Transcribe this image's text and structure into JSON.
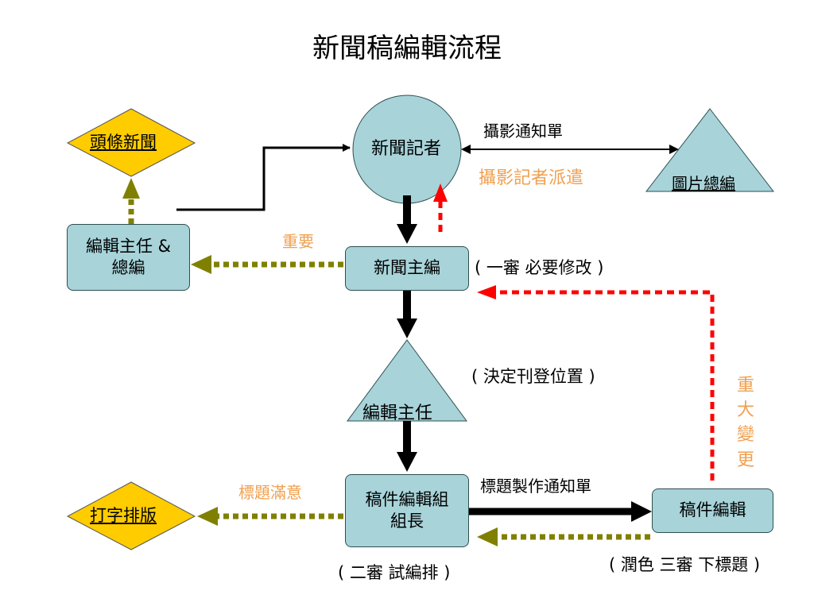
{
  "title": "新聞稿編輯流程",
  "nodes": {
    "headline_news": "頭條新聞",
    "reporter": "新聞記者",
    "photo_editor": "圖片總編",
    "chief_editor_left": "編輯主任 &",
    "chief_editor_left_line2": "總編",
    "news_editor": "新聞主編",
    "editor_director": "編輯主任",
    "copy_editing_leader": "稿件編輯組",
    "copy_editing_leader_line2": "組長",
    "copy_editor": "稿件編輯",
    "typesetting": "打字排版"
  },
  "labels": {
    "photo_notice": "攝影通知單",
    "photographer_dispatch": "攝影記者派遣",
    "important": "重要",
    "first_review": "( 一審 必要修改 )",
    "decide_position": "( 決定刊登位置 )",
    "major_change": [
      "重",
      "大",
      "變",
      "更"
    ],
    "title_satisfied": "標題滿意",
    "headline_notice": "標題製作通知單",
    "second_review": "( 二審 試編排 )",
    "third_review": "( 潤色 三審 下標題 )"
  },
  "colors": {
    "node_fill": "#a7d3d9",
    "diamond_fill": "#ffcc00",
    "dotted_olive": "#808000",
    "dotted_red": "#ff0000",
    "label_orange": "#f0a050"
  }
}
